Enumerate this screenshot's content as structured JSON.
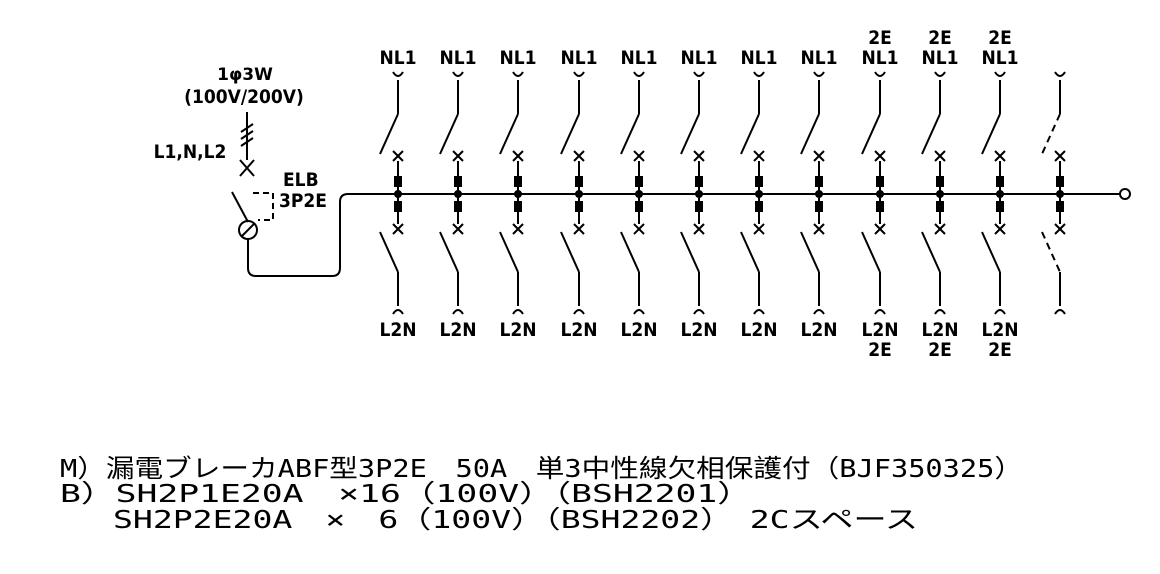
{
  "supply": {
    "phase": "1φ3W",
    "voltage": "(100V/200V)",
    "lines": "L1,N,L2"
  },
  "main_breaker": {
    "type": "ELB",
    "poles": "3P2E"
  },
  "branches_upper": [
    {
      "line2": "NL1"
    },
    {
      "line2": "NL1"
    },
    {
      "line2": "NL1"
    },
    {
      "line2": "NL1"
    },
    {
      "line2": "NL1"
    },
    {
      "line2": "NL1"
    },
    {
      "line2": "NL1"
    },
    {
      "line2": "NL1"
    },
    {
      "line1": "2E",
      "line2": "NL1"
    },
    {
      "line1": "2E",
      "line2": "NL1"
    },
    {
      "line1": "2E",
      "line2": "NL1"
    },
    {
      "spare": true
    }
  ],
  "branches_lower": [
    {
      "line1": "L2N"
    },
    {
      "line1": "L2N"
    },
    {
      "line1": "L2N"
    },
    {
      "line1": "L2N"
    },
    {
      "line1": "L2N"
    },
    {
      "line1": "L2N"
    },
    {
      "line1": "L2N"
    },
    {
      "line1": "L2N"
    },
    {
      "line1": "L2N",
      "line2": "2E"
    },
    {
      "line1": "L2N",
      "line2": "2E"
    },
    {
      "line1": "L2N",
      "line2": "2E"
    },
    {
      "spare": true
    }
  ],
  "notes": [
    "M）漏電ブレーカABF型3P2E　50A　単3中性線欠相保護付（BJF350325）",
    "B）SH2P1E20A　×16（100V）（BSH2201）",
    "　 SH2P2E20A　×　6（100V）（BSH2202）　2Cスペース"
  ]
}
